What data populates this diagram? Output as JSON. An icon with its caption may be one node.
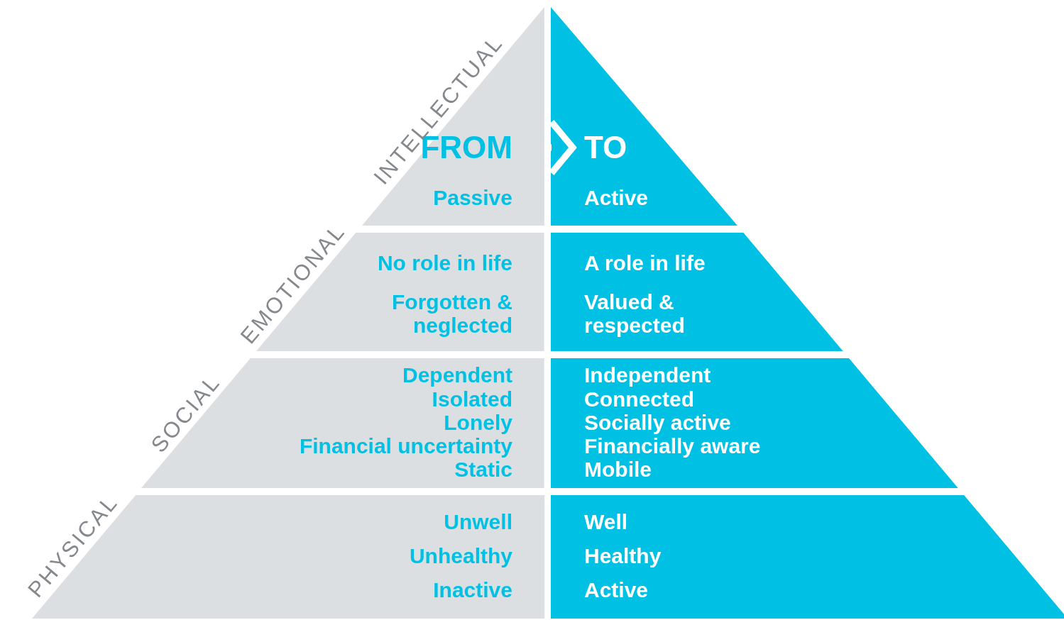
{
  "diagram": {
    "nodes": [
      {
        "text": [
          "FROM",
          "Passive"
        ]
      },
      {
        "text": [
          "TO",
          "Active"
        ]
      },
      {
        "text": [
          "No role in life",
          "Forgotten & neglected"
        ]
      },
      {
        "text": [
          "A role in life",
          "Valued & respected"
        ]
      },
      {
        "text": [
          "Dependent",
          "Isolated",
          "Lonely",
          "Financial uncertainty",
          "Static"
        ]
      },
      {
        "text": [
          "Independent",
          "Connected",
          "Socially active",
          "Financially aware",
          "Mobile"
        ]
      },
      {
        "text": [
          "Unwell",
          "Unhealthy",
          "Inactive"
        ]
      },
      {
        "text": [
          "Well",
          "Healthy",
          "Active"
        ]
      }
    ],
    "edges": [
      {
        "from": 0,
        "to": 1,
        "arrow": "to"
      }
    ],
    "labels": [
      "INTELLECTUAL",
      "EMOTIONAL",
      "SOCIAL",
      "PHYSICAL"
    ]
  }
}
